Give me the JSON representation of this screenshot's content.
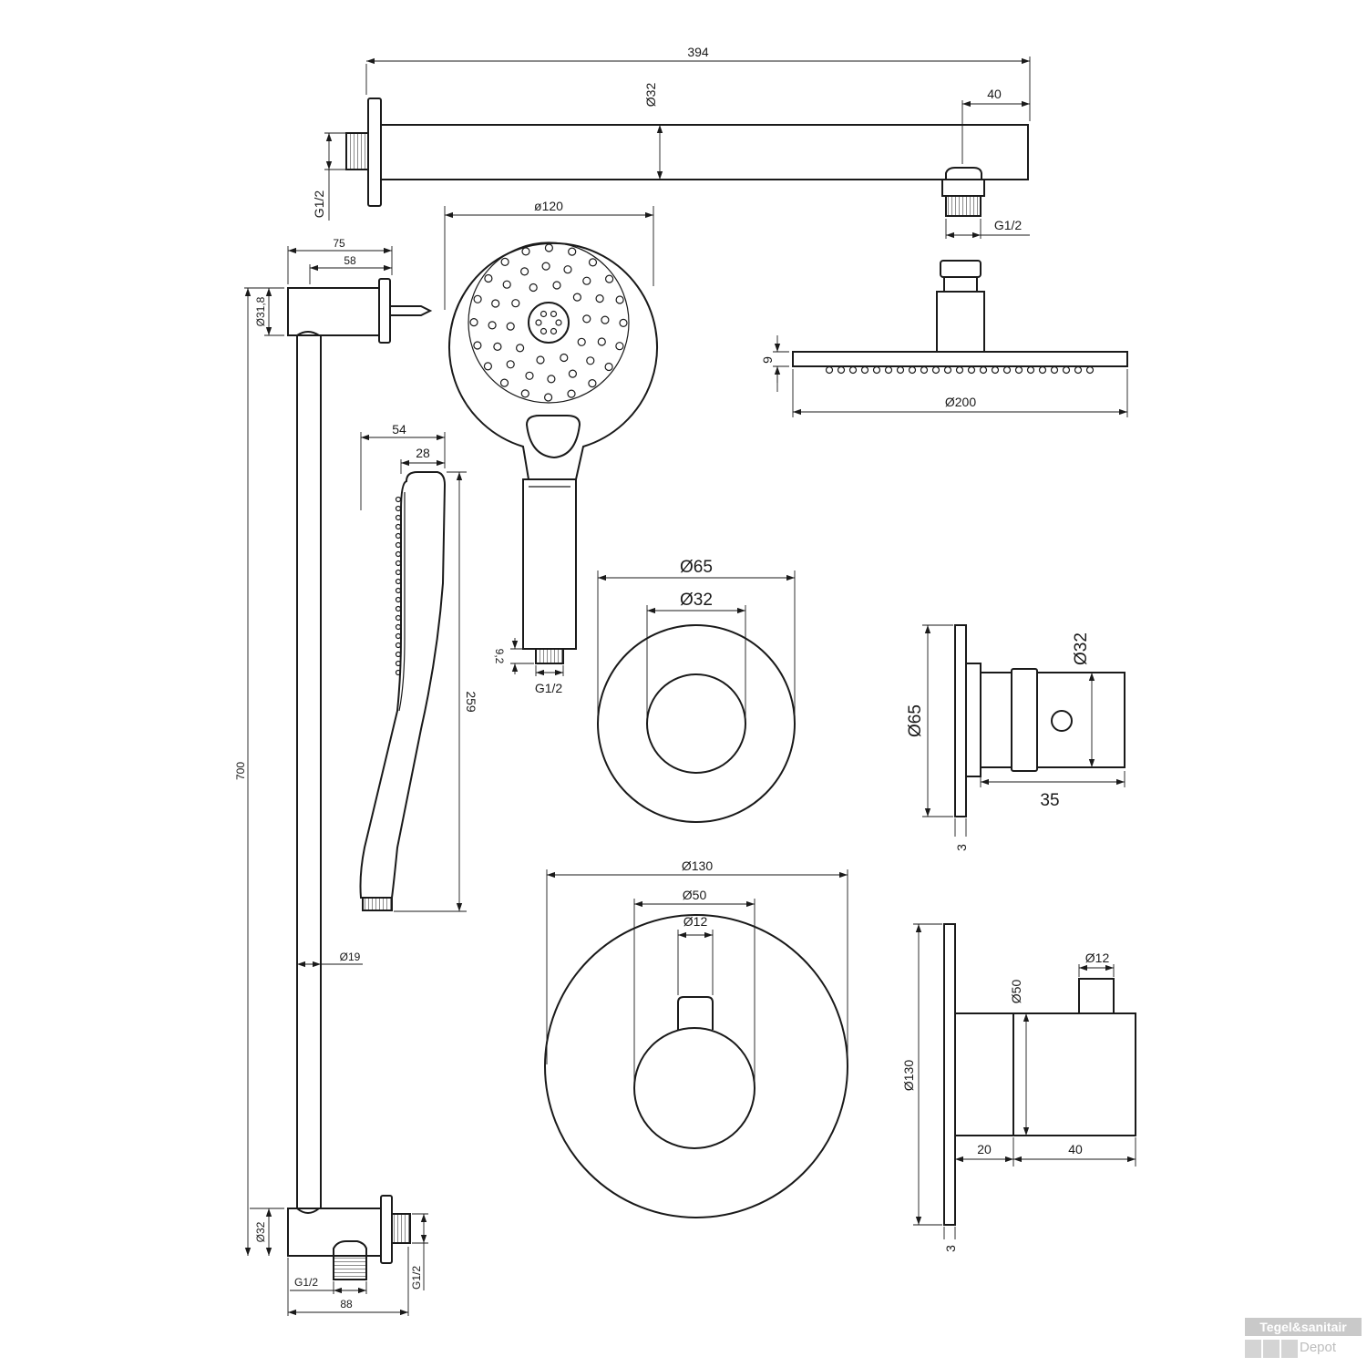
{
  "shower_arm": {
    "length": "394",
    "depth": "40",
    "diameter": "Ø32",
    "thread_wall": "G1/2",
    "thread_outlet": "G1/2"
  },
  "rail": {
    "total_height": "700",
    "bracket_depth_outer": "75",
    "bracket_depth_inner": "58",
    "bracket_diameter": "Ø31,8",
    "rail_diameter": "Ø19",
    "bottom_diameter": "Ø32",
    "bottom_depth": "88",
    "thread_bottom": "G1/2",
    "thread_side": "G1/2"
  },
  "hand_shower": {
    "head_diameter": "ø120",
    "thread": "G1/2",
    "thread_length": "9,2",
    "side_width": "54",
    "side_depth": "28",
    "side_length": "259"
  },
  "head_shower": {
    "diameter": "Ø200",
    "height": "9"
  },
  "stop_valve": {
    "rosette": "Ø65",
    "knob": "Ø32",
    "side_rosette": "Ø65",
    "side_knob": "Ø32",
    "depth": "35",
    "plate": "3"
  },
  "thermostat": {
    "rosette": "Ø130",
    "body": "Ø50",
    "spindle": "Ø12",
    "side_rosette": "Ø130",
    "side_body": "Ø50",
    "side_spindle": "Ø12",
    "depth_a": "20",
    "depth_b": "40",
    "plate": "3"
  },
  "watermark": {
    "brand": "Tegel&sanitair",
    "sub": "Depot"
  }
}
